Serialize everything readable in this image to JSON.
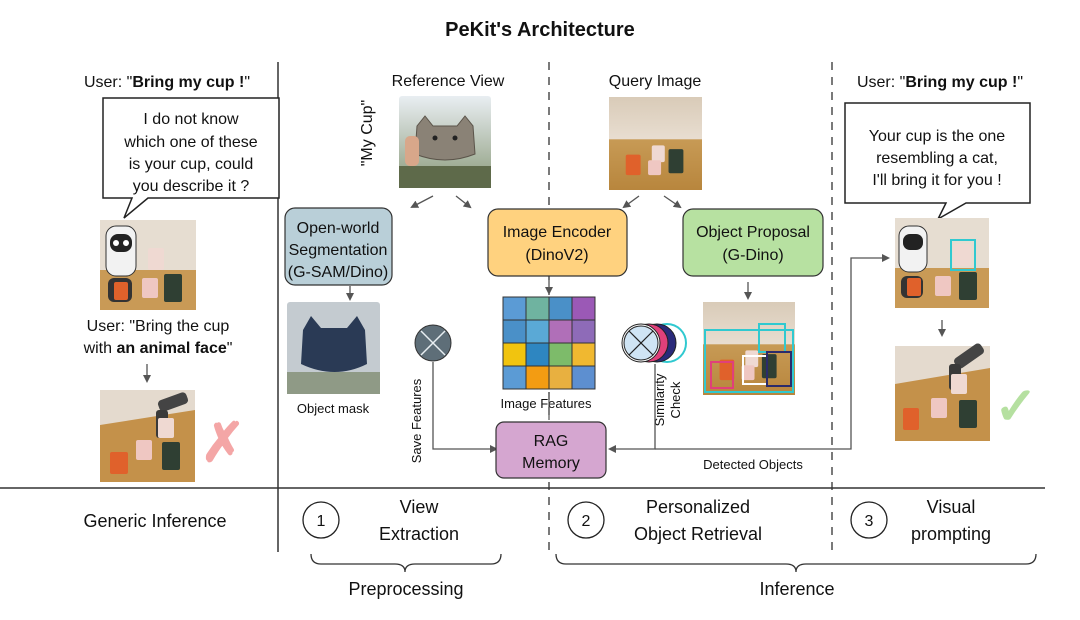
{
  "title": "PeKit's Architecture",
  "left_panel": {
    "user_line_1_prefix": "User: \"",
    "user_line_1_bold": "Bring my cup !",
    "user_line_1_suffix": "\"",
    "robot_bubble": [
      "I do not know",
      "which one of these",
      "is your cup, could",
      "you describe it ?"
    ],
    "user_line_2a": "User: \"Bring the cup",
    "user_line_2b_prefix": "with ",
    "user_line_2b_bold": "an animal face",
    "user_line_2b_suffix": "\"",
    "fail_mark": "✗"
  },
  "preprocessing": {
    "reference_view_label": "Reference View",
    "my_cup_label": "\"My Cup\"",
    "segmentation_box": [
      "Open-world",
      "Segmentation",
      "(G-SAM/Dino)"
    ],
    "object_mask_label": "Object mask",
    "save_features_label": "Save Features"
  },
  "center": {
    "image_encoder_box": [
      "Image Encoder",
      "(DinoV2)"
    ],
    "image_features_label": "Image Features",
    "rag_memory_box": [
      "RAG",
      "Memory"
    ],
    "feature_grid_colors": [
      "#5b9bd5",
      "#6fb3a0",
      "#4a90c8",
      "#9b59b6",
      "#4a90c8",
      "#5aa9d6",
      "#b06fb8",
      "#8e6bb8",
      "#f1c40f",
      "#2e86c1",
      "#7dbb6a",
      "#f0b830",
      "#5b9bd5",
      "#f39c12",
      "#e8b040",
      "#5d8fd0"
    ]
  },
  "retrieval": {
    "query_image_label": "Query Image",
    "object_proposal_box": [
      "Object Proposal",
      "(G-Dino)"
    ],
    "similarity_check_label": [
      "Similarity",
      "Check"
    ],
    "detected_objects_label": "Detected Objects"
  },
  "right_panel": {
    "user_line_prefix": "User: \"",
    "user_line_bold": "Bring my cup !",
    "user_line_suffix": "\"",
    "robot_bubble": [
      "Your cup is the one",
      "resembling a cat,",
      "I'll bring it for you !"
    ],
    "success_mark": "✓"
  },
  "bottom": {
    "generic_inference": "Generic Inference",
    "steps": [
      {
        "number": "1",
        "lines": [
          "View",
          "Extraction"
        ]
      },
      {
        "number": "2",
        "lines": [
          "Personalized",
          "Object Retrieval"
        ]
      },
      {
        "number": "3",
        "lines": [
          "Visual",
          "prompting"
        ]
      }
    ],
    "preprocessing_label": "Preprocessing",
    "inference_label": "Inference"
  },
  "colors": {
    "segmentation_fill": "#b9cfd8",
    "encoder_fill": "#ffd27f",
    "proposal_fill": "#b7e1a1",
    "rag_fill": "#d5a6d0",
    "fail_red": "#f4a6a6",
    "success_green": "#b5e0a0"
  }
}
